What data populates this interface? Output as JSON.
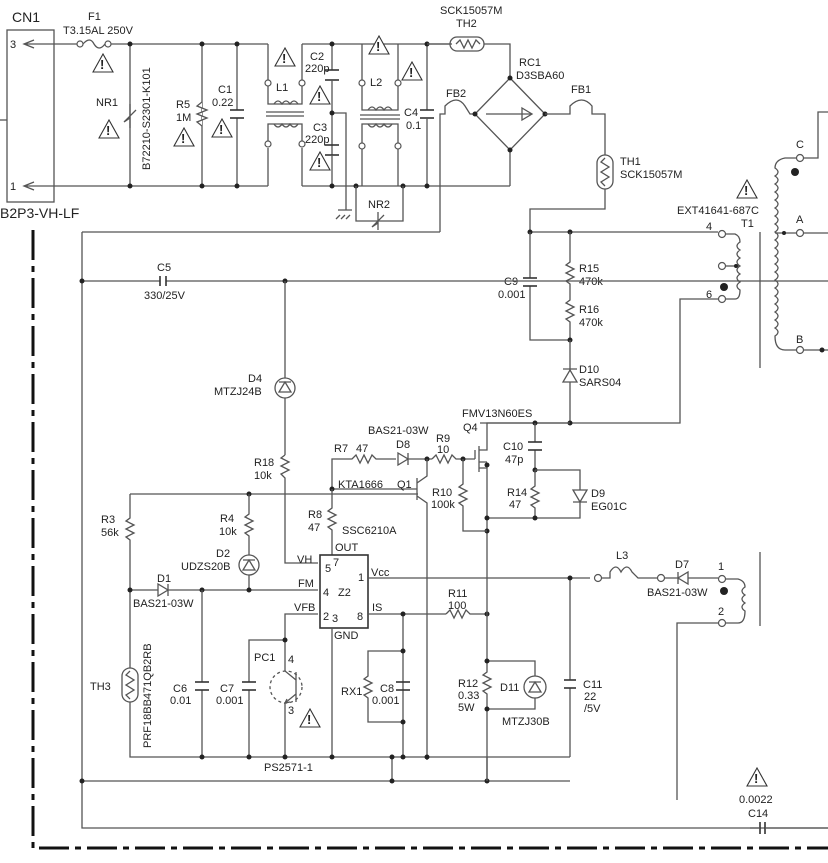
{
  "connector": {
    "ref": "CN1",
    "part": "B2P3-VH-LF",
    "pins": [
      "3",
      "1"
    ]
  },
  "components": {
    "F1": {
      "ref": "F1",
      "value": "T3.15AL 250V"
    },
    "NR1": {
      "ref": "NR1",
      "part": "B72210-S2301-K101"
    },
    "R5": {
      "ref": "R5",
      "value": "1M"
    },
    "C1": {
      "ref": "C1",
      "value": "0.22"
    },
    "L1": {
      "ref": "L1"
    },
    "C2": {
      "ref": "C2",
      "value": "220p"
    },
    "C3": {
      "ref": "C3",
      "value": "220p"
    },
    "L2": {
      "ref": "L2"
    },
    "C4": {
      "ref": "C4",
      "value": "0.1"
    },
    "NR2": {
      "ref": "NR2"
    },
    "TH2": {
      "ref": "TH2",
      "part": "SCK15057M"
    },
    "FB2": {
      "ref": "FB2"
    },
    "RC1": {
      "ref": "RC1",
      "part": "D3SBA60"
    },
    "FB1": {
      "ref": "FB1"
    },
    "TH1": {
      "ref": "TH1",
      "part": "SCK15057M"
    },
    "T1": {
      "ref": "T1",
      "part": "EXT41641-687C",
      "pins": [
        "4",
        "6",
        "C",
        "A",
        "B",
        "1",
        "2"
      ]
    },
    "C5": {
      "ref": "C5",
      "value": "330/25V"
    },
    "C9": {
      "ref": "C9",
      "value": "0.001"
    },
    "R15": {
      "ref": "R15",
      "value": "470k"
    },
    "R16": {
      "ref": "R16",
      "value": "470k"
    },
    "D10": {
      "ref": "D10",
      "part": "SARS04"
    },
    "D4": {
      "ref": "D4",
      "part": "MTZJ24B"
    },
    "R18": {
      "ref": "R18",
      "value": "10k"
    },
    "R7": {
      "ref": "R7",
      "value": "47"
    },
    "D8": {
      "ref": "D8",
      "part": "BAS21-03W"
    },
    "R9": {
      "ref": "R9",
      "value": "10"
    },
    "Q4": {
      "ref": "Q4",
      "part": "FMV13N60ES"
    },
    "C10": {
      "ref": "C10",
      "value": "47p"
    },
    "Q1": {
      "ref": "Q1",
      "part": "KTA1666"
    },
    "R10": {
      "ref": "R10",
      "value": "100k"
    },
    "R14": {
      "ref": "R14",
      "value": "47"
    },
    "D9": {
      "ref": "D9",
      "part": "EG01C"
    },
    "R3": {
      "ref": "R3",
      "value": "56k"
    },
    "R4": {
      "ref": "R4",
      "value": "10k"
    },
    "R8": {
      "ref": "R8",
      "value": "47"
    },
    "D2": {
      "ref": "D2",
      "part": "UDZS20B"
    },
    "D1": {
      "ref": "D1",
      "part": "BAS21-03W"
    },
    "Z2": {
      "ref": "Z2",
      "part": "SSC6210A",
      "pins": {
        "VH": "5",
        "OUT": "7",
        "FM": "4",
        "Vcc": "1",
        "VFB": "2",
        "GND": "3",
        "IS": "8"
      }
    },
    "L3": {
      "ref": "L3"
    },
    "D7": {
      "ref": "D7",
      "part": "BAS21-03W"
    },
    "R11": {
      "ref": "R11",
      "value": "100"
    },
    "TH3": {
      "ref": "TH3",
      "part": "PRF18BB471QB2RB"
    },
    "C6": {
      "ref": "C6",
      "value": "0.01"
    },
    "C7": {
      "ref": "C7",
      "value": "0.001"
    },
    "PC1": {
      "ref": "PC1",
      "part": "PS2571-1",
      "pins": [
        "4",
        "3"
      ]
    },
    "RX1": {
      "ref": "RX1"
    },
    "C8": {
      "ref": "C8",
      "value": "0.001"
    },
    "R12": {
      "ref": "R12",
      "value": "0.33",
      "power": "5W"
    },
    "D11": {
      "ref": "D11",
      "part": "MTZJ30B"
    },
    "C11": {
      "ref": "C11",
      "value": "22",
      "voltage": "/5V"
    },
    "C14": {
      "ref": "C14",
      "value": "0.0022"
    }
  },
  "warning_symbol": "!"
}
